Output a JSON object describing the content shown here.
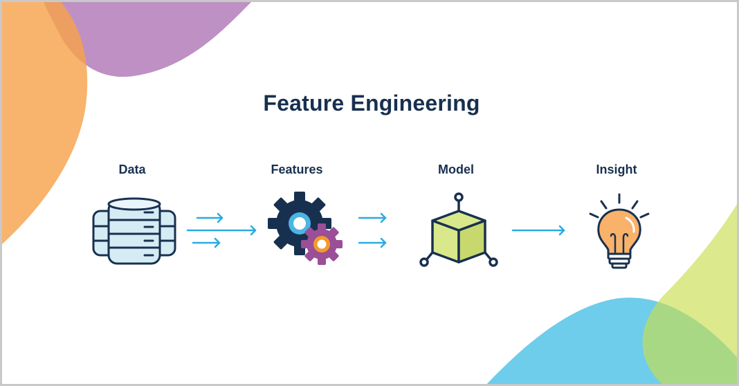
{
  "title": "Feature Engineering",
  "stages": [
    {
      "label": "Data",
      "icon": "database-icon"
    },
    {
      "label": "Features",
      "icon": "gears-icon"
    },
    {
      "label": "Model",
      "icon": "model-cube-icon"
    },
    {
      "label": "Insight",
      "icon": "lightbulb-icon"
    }
  ],
  "colors": {
    "navy": "#18304f",
    "arrow": "#29abe2",
    "orange_blob": "#f6a24c",
    "purple_blob": "#b37cba",
    "blue_blob": "#5ec8e8",
    "green_blob": "#d7e675",
    "database_fill": "#d6ecf5",
    "gear_purple": "#9b4f96",
    "gear_orange": "#f39a2b",
    "cube_fill": "#d9e88a",
    "bulb_fill": "#f8b26a"
  }
}
